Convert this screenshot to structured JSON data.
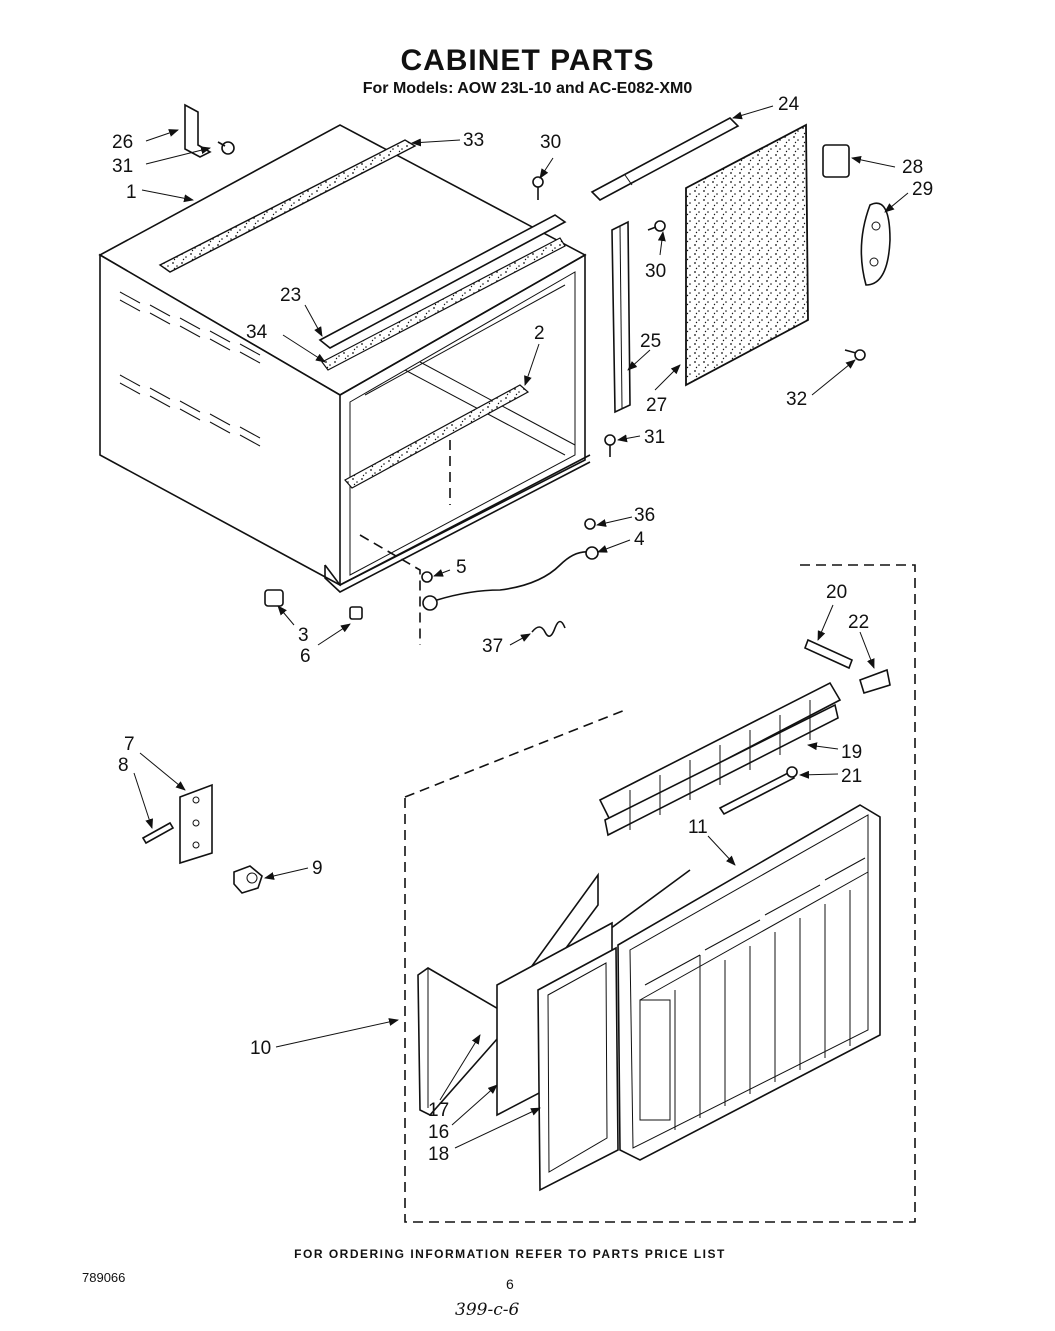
{
  "header": {
    "title": "CABINET PARTS",
    "subtitle": "For Models: AOW 23L-10 and AC-E082-XM0"
  },
  "callouts": {
    "c1": "1",
    "c2": "2",
    "c3": "3",
    "c4": "4",
    "c5": "5",
    "c6": "6",
    "c7": "7",
    "c8": "8",
    "c9": "9",
    "c10": "10",
    "c11": "11",
    "c16": "16",
    "c17": "17",
    "c18": "18",
    "c19": "19",
    "c20": "20",
    "c21": "21",
    "c22": "22",
    "c23": "23",
    "c24": "24",
    "c25": "25",
    "c26": "26",
    "c27": "27",
    "c28": "28",
    "c29": "29",
    "c30a": "30",
    "c30b": "30",
    "c31a": "31",
    "c31b": "31",
    "c32": "32",
    "c33": "33",
    "c34": "34",
    "c36": "36",
    "c37": "37"
  },
  "footer": {
    "note": "FOR ORDERING INFORMATION REFER TO PARTS PRICE LIST",
    "doc_number": "789066",
    "page": "6",
    "handwritten": "399-c-6"
  }
}
